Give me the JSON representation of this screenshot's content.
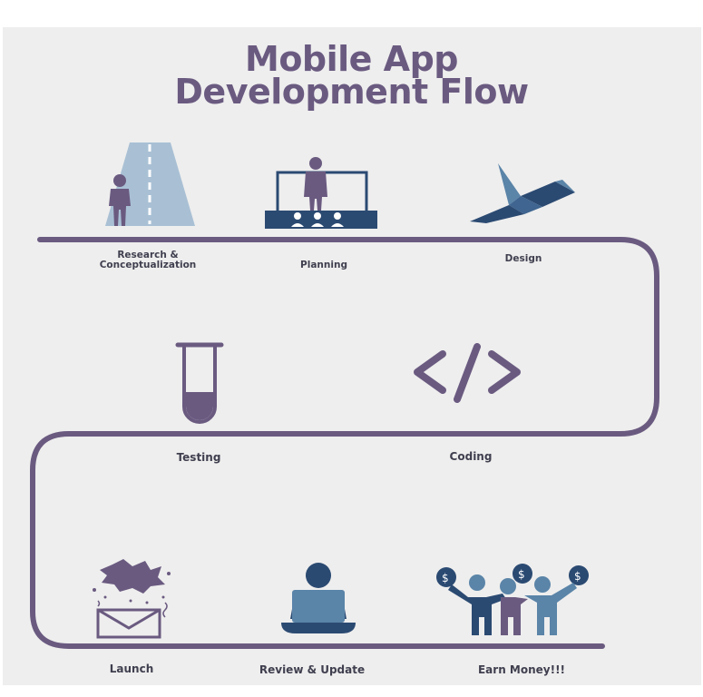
{
  "title": {
    "line1": "Mobile App",
    "line2": "Development Flow"
  },
  "colors": {
    "path": "#6a5a80",
    "title": "#6a5a80",
    "icon_navy": "#2b4a72",
    "icon_steel": "#5a84a8",
    "icon_light": "#a9c0d4",
    "background": "#eeeeee"
  },
  "steps": [
    {
      "line1": "Research &",
      "line2": "Conceptualization",
      "icon": "road-person-icon"
    },
    {
      "label": "Planning",
      "icon": "presentation-audience-icon"
    },
    {
      "label": "Design",
      "icon": "origami-bird-icon"
    },
    {
      "label": "Coding",
      "icon": "code-brackets-icon"
    },
    {
      "label": "Testing",
      "icon": "test-tube-icon"
    },
    {
      "label": "Launch",
      "icon": "envelope-burst-icon"
    },
    {
      "label": "Review & Update",
      "icon": "person-laptop-icon"
    },
    {
      "label": "Earn Money!!!",
      "icon": "money-bags-people-icon"
    }
  ]
}
